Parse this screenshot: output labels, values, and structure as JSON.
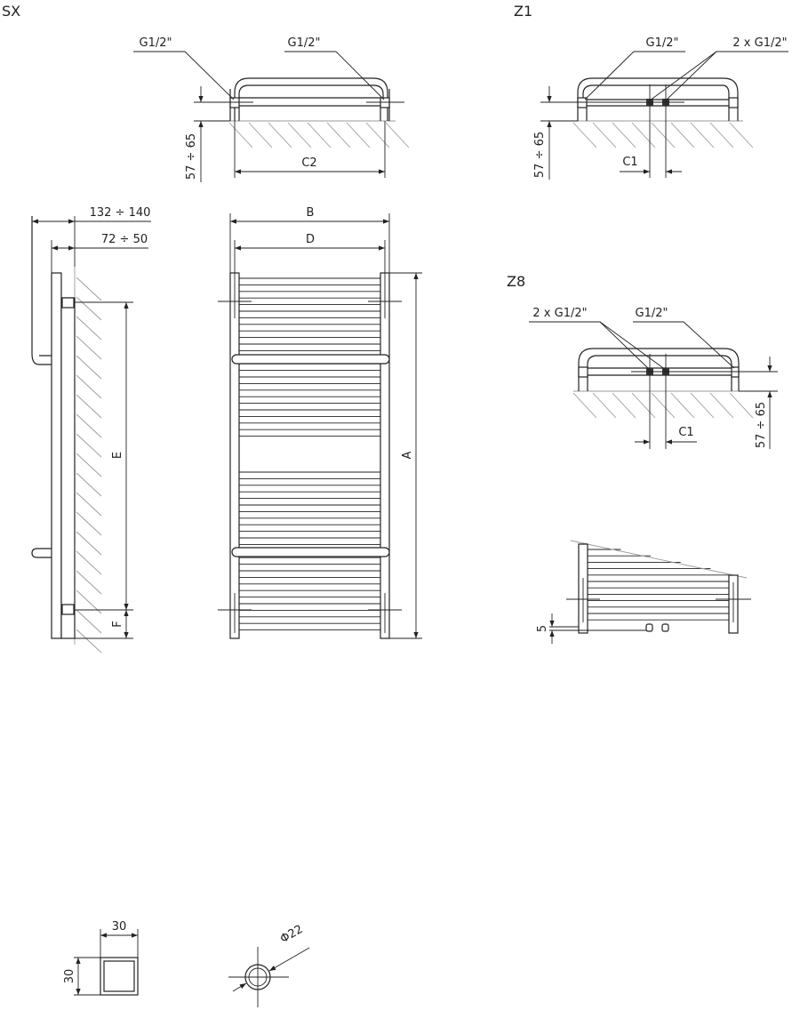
{
  "views": {
    "sx": {
      "title": "SX",
      "conn_left": "G1/2\"",
      "conn_right": "G1/2\"",
      "depth": "57 ÷ 65",
      "spacing": "C2"
    },
    "z1": {
      "title": "Z1",
      "conn_single": "G1/2\"",
      "conn_double": "2 x G1/2\"",
      "depth": "57 ÷ 65",
      "spacing": "C1"
    },
    "z8": {
      "title": "Z8",
      "conn_double": "2 x G1/2\"",
      "conn_single": "G1/2\"",
      "depth": "57 ÷ 65",
      "spacing": "C1",
      "offset": "5"
    },
    "side": {
      "depth_total": "132 ÷ 140",
      "depth_wall": "72 ÷ 50",
      "dim_e": "E",
      "dim_f": "F"
    },
    "front": {
      "dim_b": "B",
      "dim_d": "D",
      "dim_a": "A"
    },
    "profiles": {
      "square_width": "30",
      "square_height": "30",
      "round_diameter": "Φ22"
    }
  },
  "colors": {
    "line": "#222222",
    "hatch": "#999999"
  }
}
